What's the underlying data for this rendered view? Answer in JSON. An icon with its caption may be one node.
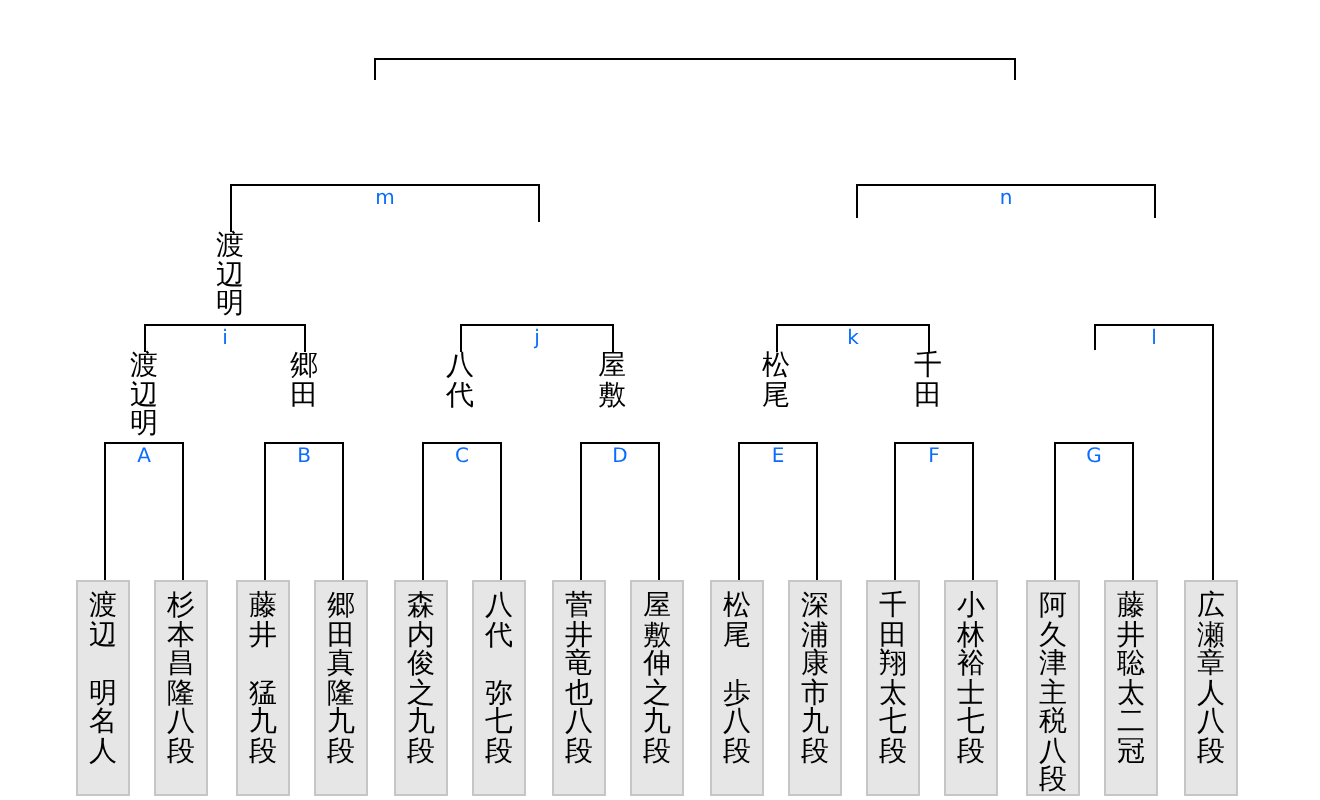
{
  "diagram": {
    "nodes": [
      {
        "text": [
          "渡辺明"
        ]
      },
      {
        "text": [
          "渡辺明"
        ]
      },
      {
        "text": [
          "郷田"
        ]
      },
      {
        "text": [
          "八代"
        ]
      },
      {
        "text": [
          "屋敷"
        ]
      },
      {
        "text": [
          "松尾"
        ]
      },
      {
        "text": [
          "千田"
        ]
      },
      {
        "text": [
          "渡辺",
          "明名人"
        ]
      },
      {
        "text": [
          "杉本昌隆八段"
        ]
      },
      {
        "text": [
          "藤井",
          "猛九段"
        ]
      },
      {
        "text": [
          "郷田真隆九段"
        ]
      },
      {
        "text": [
          "森内俊之九段"
        ]
      },
      {
        "text": [
          "八代",
          "弥七段"
        ]
      },
      {
        "text": [
          "菅井竜也八段"
        ]
      },
      {
        "text": [
          "屋敷伸之九段"
        ]
      },
      {
        "text": [
          "松尾",
          "歩八段"
        ]
      },
      {
        "text": [
          "深浦康市九段"
        ]
      },
      {
        "text": [
          "千田翔太七段"
        ]
      },
      {
        "text": [
          "小林裕士七段"
        ]
      },
      {
        "text": [
          "阿久津主税八段"
        ]
      },
      {
        "text": [
          "藤井聡太二冠"
        ]
      },
      {
        "text": [
          "広瀬章人八段"
        ]
      }
    ],
    "edges": [
      {
        "from": 0,
        "to": null,
        "arrow": "none",
        "label": "m"
      },
      {
        "from": 1,
        "to": 2,
        "arrow": "none",
        "label": "i"
      },
      {
        "from": 3,
        "to": 4,
        "arrow": "none",
        "label": "j"
      },
      {
        "from": 5,
        "to": 6,
        "arrow": "none",
        "label": "k"
      },
      {
        "from": null,
        "to": 21,
        "arrow": "none",
        "label": "l"
      },
      {
        "from": 7,
        "to": 8,
        "arrow": "none",
        "label": "A"
      },
      {
        "from": 9,
        "to": 10,
        "arrow": "none",
        "label": "B"
      },
      {
        "from": 11,
        "to": 12,
        "arrow": "none",
        "label": "C"
      },
      {
        "from": 13,
        "to": 14,
        "arrow": "none",
        "label": "D"
      },
      {
        "from": 15,
        "to": 16,
        "arrow": "none",
        "label": "E"
      },
      {
        "from": 17,
        "to": 18,
        "arrow": "none",
        "label": "F"
      },
      {
        "from": 19,
        "to": 20,
        "arrow": "none",
        "label": "G"
      }
    ],
    "labels": [
      "n"
    ]
  }
}
